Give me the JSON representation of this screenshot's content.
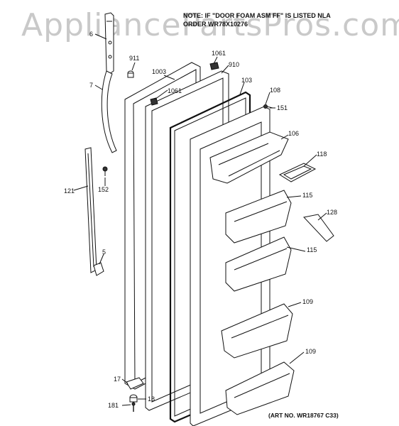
{
  "watermark": "AppliancePartsPros.com",
  "note": {
    "line1": "NOTE: IF \"DOOR FOAM ASM FF\" IS LISTED NLA",
    "line2": "ORDER WR78X10276"
  },
  "art_number": "(ART NO. WR18767 C33)",
  "labels": {
    "p6": "6",
    "p7": "7",
    "p911": "911",
    "p1003": "1003",
    "p1061a": "1061",
    "p1061b": "1061",
    "p910": "910",
    "p103": "103",
    "p108": "108",
    "p151": "151",
    "p106": "106",
    "p118": "118",
    "p152": "152",
    "p121": "121",
    "p115a": "115",
    "p128": "128",
    "p115b": "115",
    "p5": "5",
    "p109a": "109",
    "p109b": "109",
    "p17": "17",
    "p18": "18",
    "p181": "181"
  }
}
